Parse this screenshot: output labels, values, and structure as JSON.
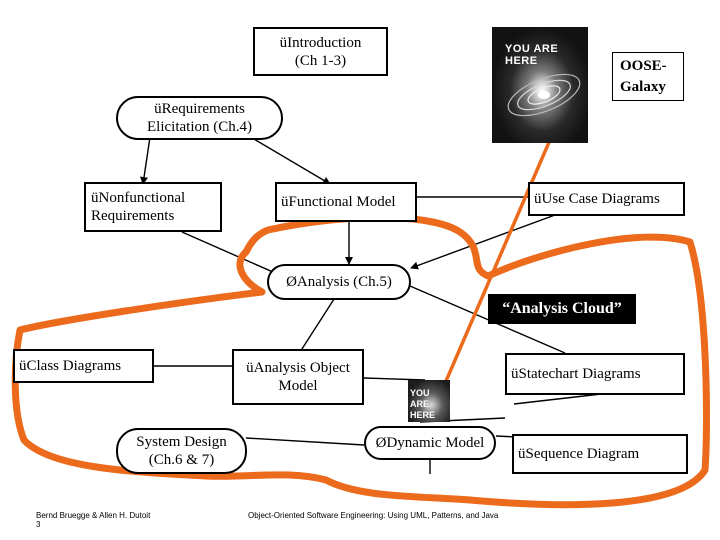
{
  "nodes": {
    "introduction": {
      "line1": "üIntroduction",
      "line2": "(Ch 1-3)"
    },
    "requirements": {
      "line1": "üRequirements",
      "line2": "Elicitation (Ch.4)"
    },
    "nonfunctional": {
      "line1": "üNonfunctional",
      "line2": "Requirements"
    },
    "functional_model": {
      "line1": "üFunctional  Model"
    },
    "use_case": {
      "line1": "üUse Case Diagrams"
    },
    "analysis": {
      "line1": "ØAnalysis (Ch.5)"
    },
    "class_diagrams": {
      "line1": "üClass Diagrams"
    },
    "analysis_object": {
      "line1": "üAnalysis Object",
      "line2": "Model"
    },
    "statechart": {
      "line1": "üStatechart Diagrams"
    },
    "system_design": {
      "line1": "System Design",
      "line2": "(Ch.6  & 7)"
    },
    "dynamic_model": {
      "line1": "ØDynamic Model"
    },
    "sequence": {
      "line1": "üSequence Diagram"
    }
  },
  "labels": {
    "oose_line1": "OOSE-",
    "oose_line2": "Galaxy",
    "analysis_cloud": "“Analysis Cloud”",
    "you_are_here_big_1": "YOU ARE",
    "you_are_here_big_2": "HERE",
    "you_are_here_small_1": "YOU ARE",
    "you_are_here_small_2": "HERE"
  },
  "footer": {
    "authors": "Bernd Bruegge & Allen H. Dutoit",
    "page": "3",
    "book": "Object-Oriented Software Engineering: Using UML, Patterns, and Java"
  },
  "colors": {
    "highlight": "#ec6a1b",
    "node_border": "#000000",
    "background": "#ffffff"
  }
}
